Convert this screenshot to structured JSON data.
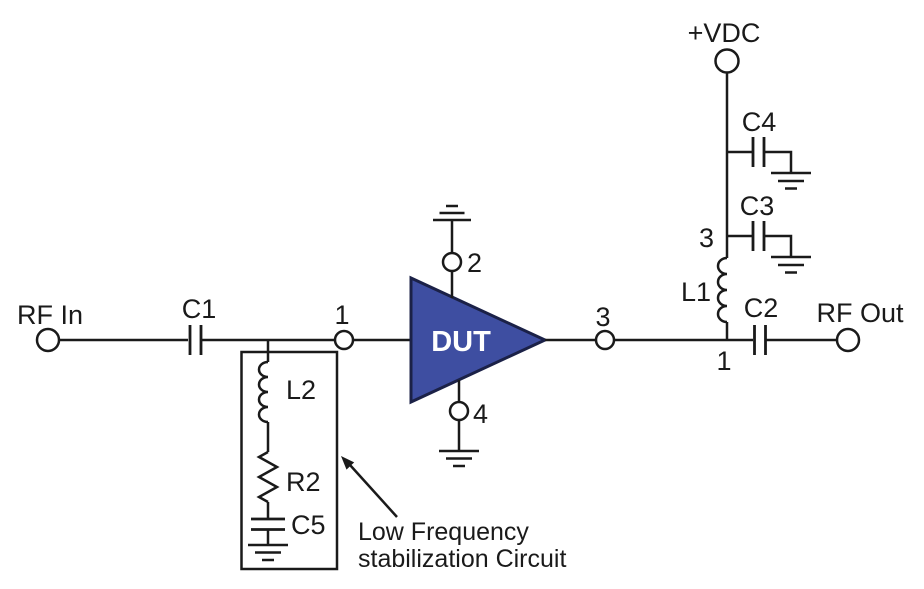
{
  "schematic": {
    "kind": "RF DUT test circuit schematic",
    "io": {
      "rf_in": "RF In",
      "rf_out": "RF Out",
      "supply": "+VDC"
    },
    "dut": {
      "label": "DUT",
      "input_node": "1",
      "output_node": "3",
      "top_pin": "2",
      "bottom_pin": "4"
    },
    "components": {
      "c1": "C1",
      "c2": "C2",
      "c3": "C3",
      "c4": "C4",
      "c5": "C5",
      "l1": "L1",
      "l2": "L2",
      "r2": "R2"
    },
    "bias_network": {
      "upper_node": "3",
      "lower_node": "1"
    },
    "annotation": {
      "line1": "Low Frequency",
      "line2": "stabilization Circuit"
    },
    "colors": {
      "dut_fill": "#3E4EA1",
      "dut_stroke": "#1B2147",
      "dut_text": "#FFFFFF",
      "wire": "#1A1A1A",
      "background": "#FFFFFF"
    }
  }
}
